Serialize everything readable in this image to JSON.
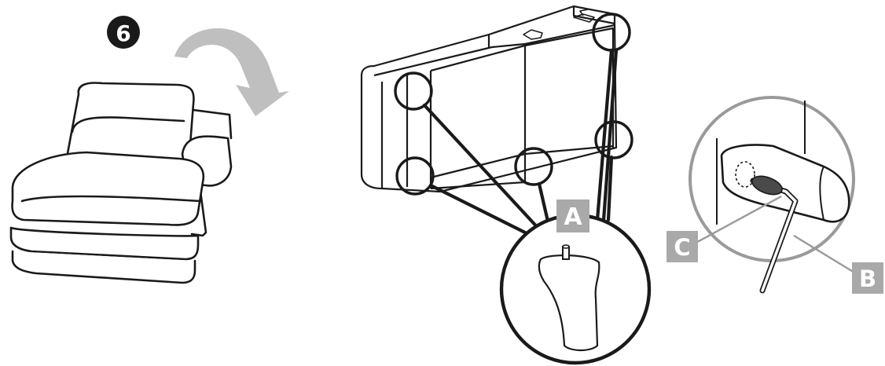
{
  "step": {
    "number": "6"
  },
  "labels": {
    "a": "A",
    "b": "B",
    "c": "C"
  },
  "colors": {
    "ink": "#1a1a1a",
    "arrow": "#bfbfbf",
    "label_bg": "#a9a9a9",
    "label_text": "#ffffff",
    "magnifier_ring": "#9a9a9a"
  },
  "icons": {
    "step_badge": "step-number-badge",
    "rotate": "rotate-arrow-icon",
    "sofa": "chaise-sofa-module-illustration",
    "sofa_base": "sofa-upside-down-base-illustration",
    "leg": "sofa-leg-detail",
    "wrench": "hex-key-detail"
  }
}
